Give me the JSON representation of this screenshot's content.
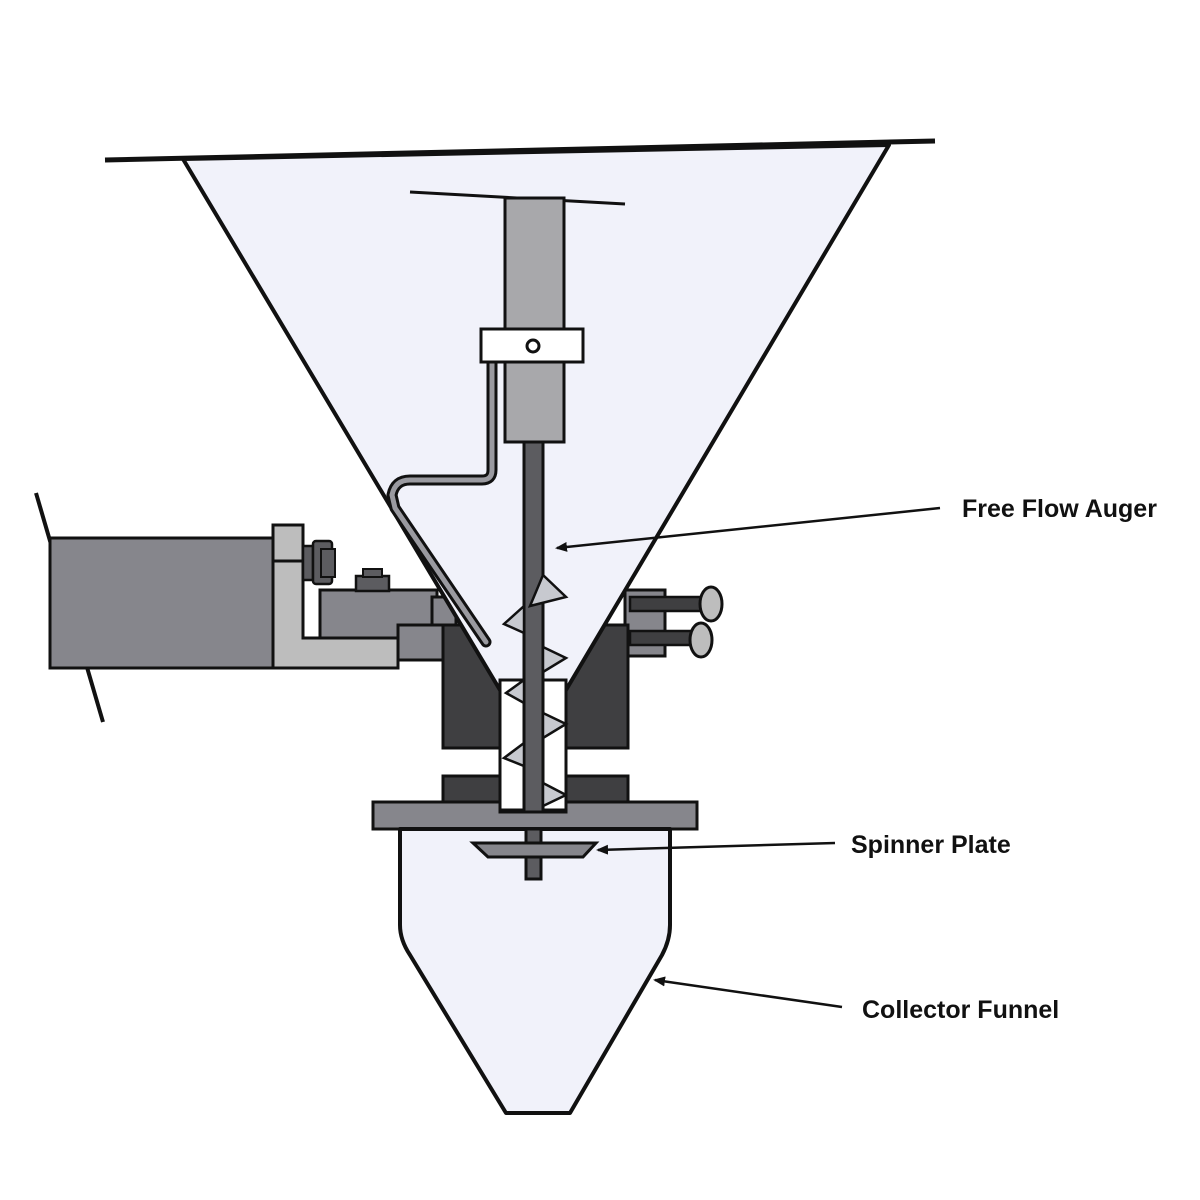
{
  "labels": {
    "free_flow_auger": "Free Flow Auger",
    "spinner_plate": "Spinner Plate",
    "collector_funnel": "Collector Funnel"
  },
  "colors": {
    "outline": "#111111",
    "hopper_fill": "#f1f2fa",
    "dark_metal": "#3f3f41",
    "mid_metal": "#86868c",
    "light_metal": "#bdbdbd",
    "shaft": "#5c5c60",
    "flight": "#c7c9cf",
    "white": "#ffffff"
  }
}
